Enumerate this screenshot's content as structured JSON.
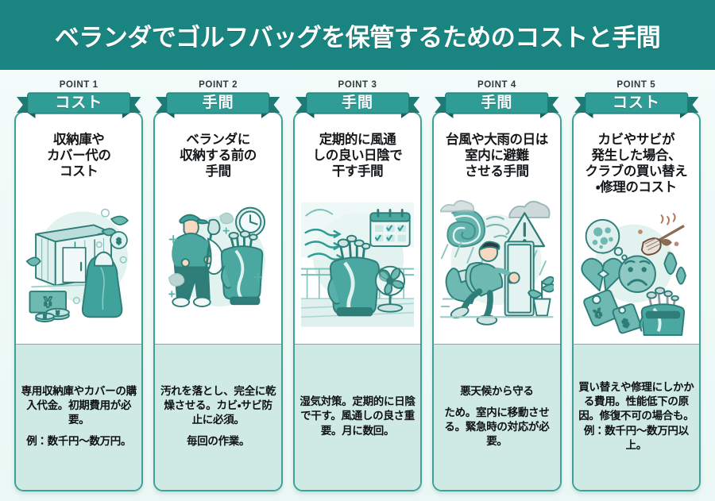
{
  "header": {
    "title": "ベランダでゴルフバッグを保管するためのコストと手間"
  },
  "theme": {
    "header_bg": "#1a8480",
    "ribbon_fill": "#2f9c95",
    "ribbon_tail": "#1d7a74",
    "card_border": "#3f9f99",
    "body_bg": "#cfe9e4",
    "page_bg": "#f1faf8"
  },
  "cards": [
    {
      "point": "POINT 1",
      "badge": "コスト",
      "title_lines": [
        "収納庫や",
        "カバー代の",
        "コスト"
      ],
      "illustration": "storage-shed-money",
      "body": [
        "専用収納庫やカバーの購入代金。初期費用が必要。",
        "例：数千円〜数万円。"
      ]
    },
    {
      "point": "POINT 2",
      "badge": "手間",
      "title_lines": [
        "ベランダに",
        "収納する前の",
        "手間"
      ],
      "illustration": "person-cleaning-club",
      "body": [
        "汚れを落とし、完全に乾燥させる。カビ・サビ防止に必須。",
        "毎回の作業。"
      ]
    },
    {
      "point": "POINT 3",
      "badge": "手間",
      "title_lines": [
        "定期的に風通",
        "しの良い日陰で",
        "干す手間"
      ],
      "illustration": "balcony-airing-fan",
      "body": [
        "湿気対策。定期的に日陰で干す。風通しの良さ重要。月に数回。"
      ]
    },
    {
      "point": "POINT 4",
      "badge": "手間",
      "title_lines": [
        "台風や大雨の日は",
        "室内に避難",
        "させる手間"
      ],
      "illustration": "typhoon-evacuation",
      "body": [
        "悪天候から守る",
        "ため。室内に移動させる。緊急時の対応が必要。"
      ]
    },
    {
      "point": "POINT 5",
      "badge": "コスト",
      "title_lines": [
        "カビやサビが",
        "発生した場合、",
        "クラブの買い替え",
        "・修理のコスト"
      ],
      "illustration": "mold-rust-repair-cost",
      "body": [
        "買い替えや修理にしかかる費用。性能低下の原因。修復不可の場合も。例：数千円〜数万円以上。"
      ]
    }
  ]
}
